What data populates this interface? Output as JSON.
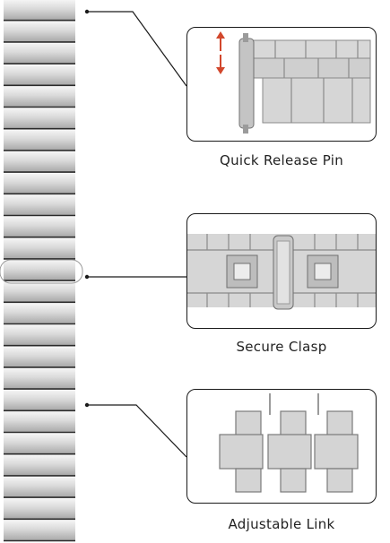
{
  "features": [
    {
      "caption": "Quick Release Pin",
      "icon": "quick-release-pin-photo"
    },
    {
      "caption": "Secure Clasp",
      "icon": "secure-clasp-photo"
    },
    {
      "caption": "Adjustable Link",
      "icon": "adjustable-link-photo"
    }
  ],
  "colors": {
    "steel_light": "#e4e4e4",
    "steel_mid": "#c7c7c7",
    "steel_dark": "#6f6f6f",
    "arrow_red": "#d2472c",
    "line": "#1a1a1a"
  }
}
